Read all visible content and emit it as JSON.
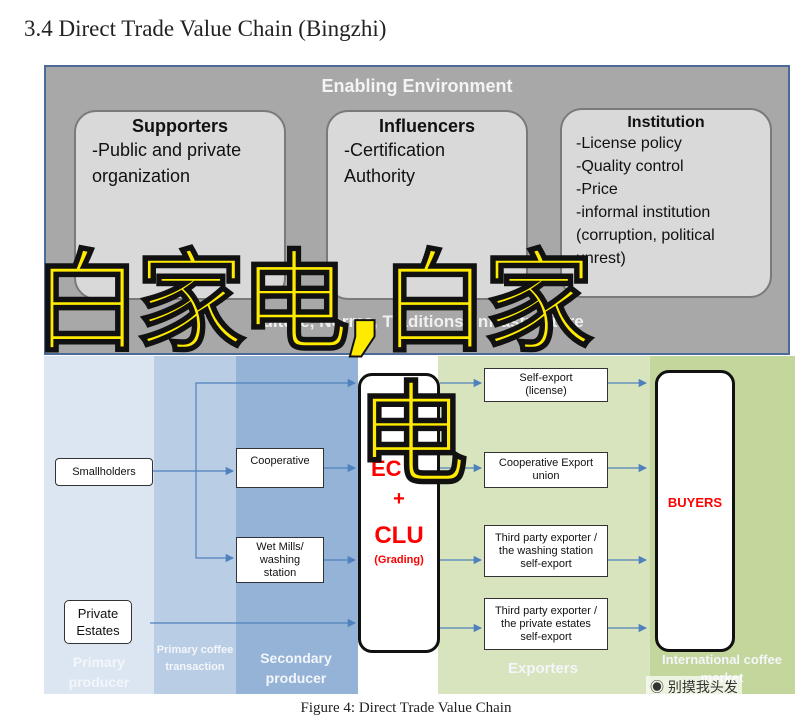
{
  "heading": "3.4 Direct Trade Value Chain (Bingzhi)",
  "caption": "Figure 4: Direct Trade Value Chain",
  "enabling_environment": {
    "title": "Enabling Environment",
    "supporters": {
      "title": "Supporters",
      "lines": [
        "-Public and private",
        "organization"
      ]
    },
    "influencers": {
      "title": "Influencers",
      "lines": [
        "-Certification",
        "Authority"
      ]
    },
    "institution": {
      "title": "Institution",
      "lines": [
        "-License policy",
        "-Quality control",
        "-Price",
        "-informal institution",
        "(corruption, political",
        "unrest)"
      ]
    },
    "culture_text": "Culture, Norms, Traditions, Infrastructure"
  },
  "columns": {
    "primary_producer": "Primary producer",
    "primary_coffee_transaction": "Primary coffee transaction",
    "secondary_producer": "Secondary producer",
    "exporters": "Exporters",
    "international_market": "International coffee market"
  },
  "boxes": {
    "smallholders": "Smallholders",
    "private_estates": "Private Estates",
    "cooperative": "Cooperative",
    "wet_mills": "Wet Mills/ washing station",
    "ecx_top": "EC",
    "plus": "+",
    "clu": "CLU",
    "grading": "(Grading)",
    "self_export": "Self-export (license)",
    "coop_export": "Cooperative Export union",
    "third_washing": "Third party exporter / the washing station self-export",
    "third_private": "Third party exporter / the private estates self-export",
    "buyers": "BUYERS"
  },
  "overlay_text": {
    "line1": "白家电,白家",
    "line2": "电"
  },
  "watermark": "别摸我头发",
  "colors": {
    "env_bg": "#a8a8a8",
    "col1": "#dce6f2",
    "col2": "#b9cde5",
    "col3": "#95b3d7",
    "exporters": "#d7e4bd",
    "market": "#c3d69b",
    "arrow": "#4f81bd",
    "red": "#ff0000"
  }
}
